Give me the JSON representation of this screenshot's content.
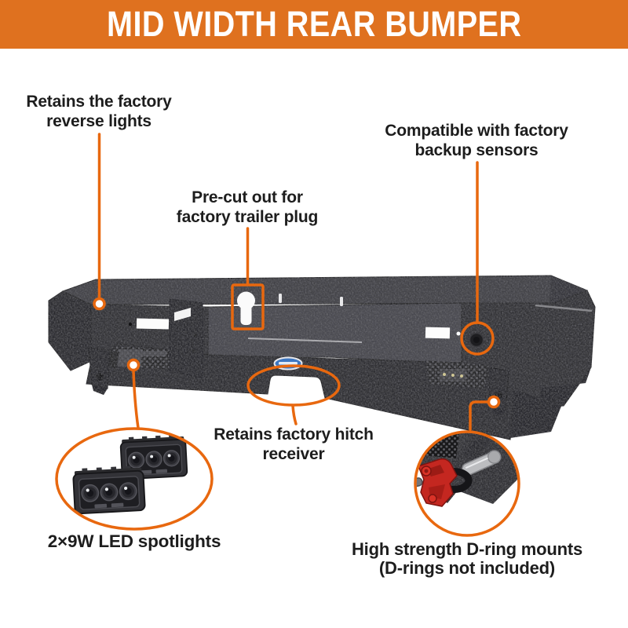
{
  "banner": {
    "title": "MID WIDTH REAR BUMPER",
    "bg_color": "#DF711F",
    "text_color": "#FFFFFF"
  },
  "accent_color": "#E8680F",
  "product": {
    "name": "Mid Width Rear Bumper",
    "body_color": "#2D2D30",
    "logo_color": "#3D77C2",
    "dring_color": "#C3261F"
  },
  "callouts": {
    "reverse_lights": {
      "line1": "Retains the factory",
      "line2": "reverse lights"
    },
    "trailer_plug": {
      "line1": "Pre-cut out for",
      "line2": "factory trailer plug"
    },
    "backup_sensors": {
      "line1": "Compatible with factory",
      "line2": "backup sensors"
    },
    "hitch_receiver": {
      "line1": "Retains factory hitch",
      "line2": "receiver"
    },
    "led_spotlights": {
      "label": "2×9W LED spotlights"
    },
    "dring_mounts": {
      "line1": "High strength D-ring mounts",
      "line2": "(D-rings not included)"
    }
  }
}
